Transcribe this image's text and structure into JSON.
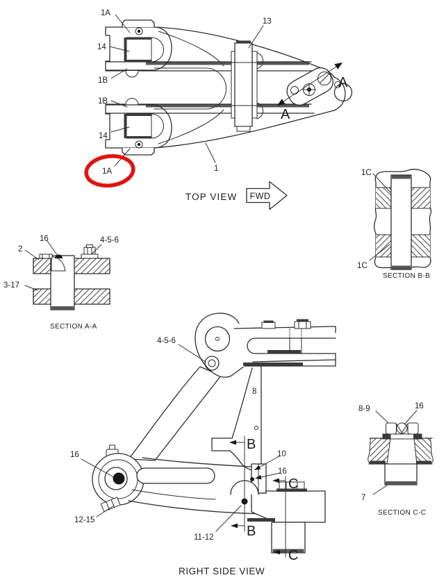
{
  "page": {
    "background": "#ffffff",
    "line_color": "#2b2b2b"
  },
  "top_view": {
    "caption": "TOP VIEW",
    "fwd_arrow_label": "FWD",
    "labels": {
      "l_1a_top": "1A",
      "l_14_top": "14",
      "l_1b_upper": "1B",
      "l_1b_lower": "1B",
      "l_14_bottom": "14",
      "l_1a_bottom": "1A",
      "l_13": "13",
      "l_1": "1",
      "sec_a_upper": "A",
      "sec_a_lower": "A"
    }
  },
  "section_aa": {
    "caption": "SECTION A-A",
    "labels": {
      "l_2": "2",
      "l_16": "16",
      "l_456": "4-5-6",
      "l_317": "3-17"
    }
  },
  "section_bb": {
    "caption": "SECTION B-B",
    "labels": {
      "l_1c_top": "1C",
      "l_1c_bottom": "1C"
    }
  },
  "section_cc": {
    "caption": "SECTION C-C",
    "labels": {
      "l_89": "8-9",
      "l_16": "16",
      "l_7": "7"
    }
  },
  "right_side_view": {
    "caption": "RIGHT SIDE VIEW",
    "labels": {
      "l_456": "4-5-6",
      "l_8": "8",
      "l_10": "10",
      "l_16_right": "16",
      "l_16_left": "16",
      "l_1215": "12-15",
      "l_1112": "11-12",
      "sec_b_top": "B",
      "sec_b_bottom": "B",
      "sec_c_top": "C",
      "sec_c_bottom": "C"
    }
  },
  "annotations": {
    "highlight": {
      "shape": "ellipse",
      "color": "#e01311",
      "around_label": "1A"
    }
  }
}
